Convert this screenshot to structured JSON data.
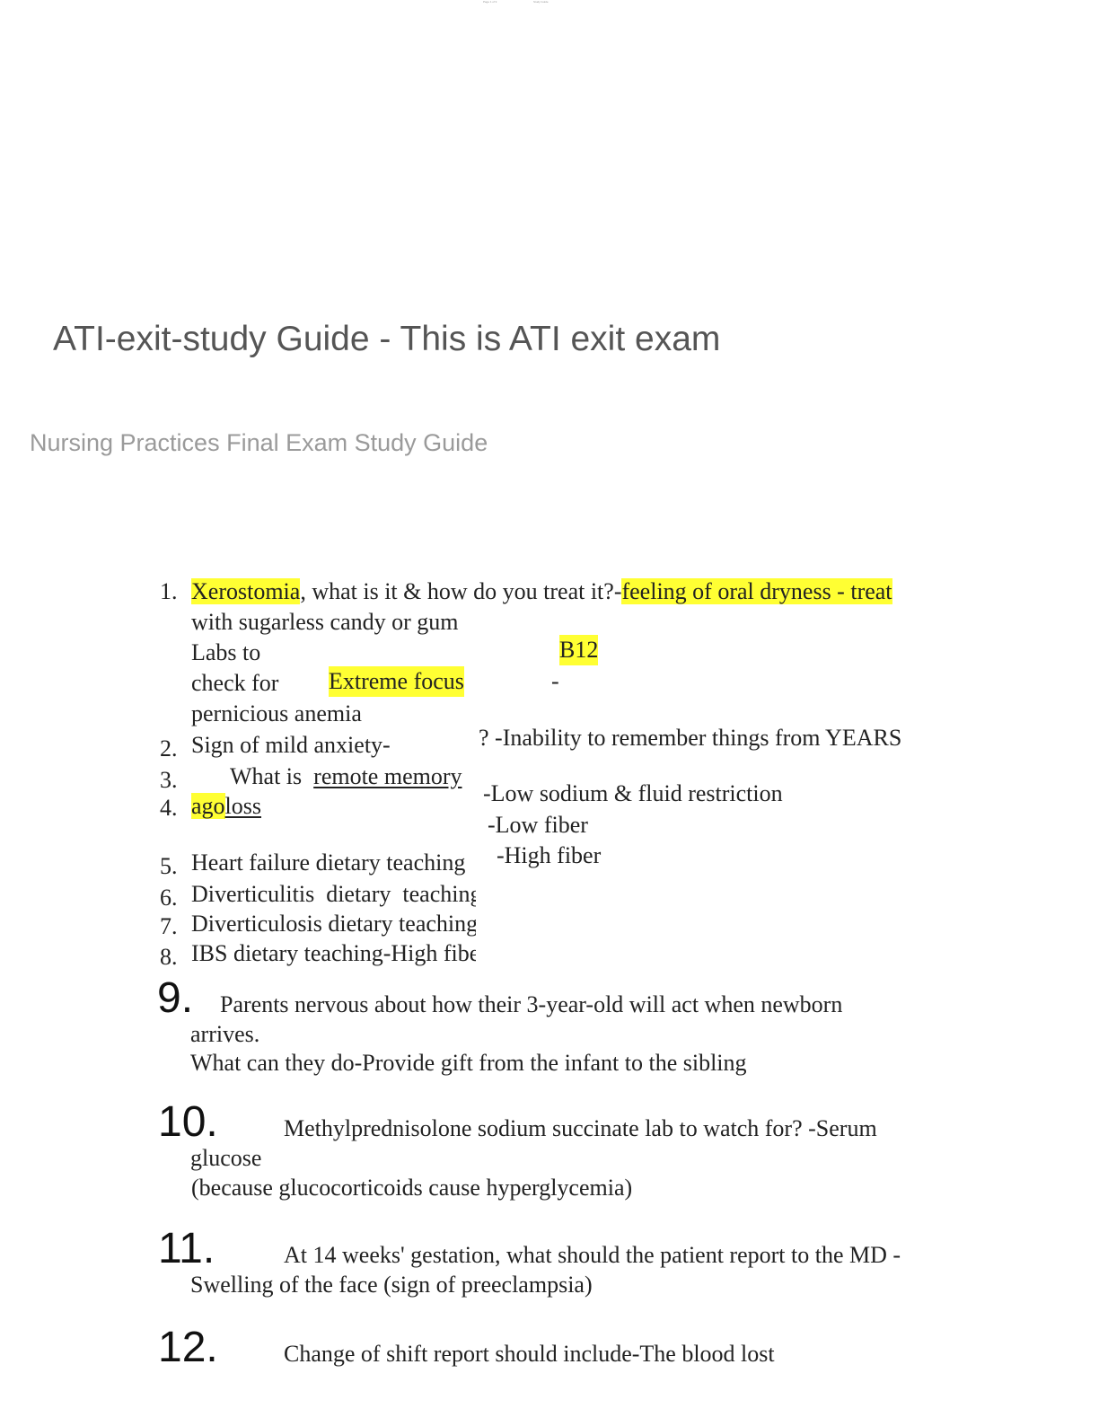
{
  "header_marks": [
    "Page 1 of 9",
    "Study Guide"
  ],
  "doc": {
    "title": "ATI-exit-study Guide - This is ATI exit exam",
    "subtitle": "Nursing Practices Final Exam Study Guide"
  },
  "items": {
    "n1": "1.",
    "i1_hl1": "Xerostomia",
    "i1_mid": ", what is it & how do you treat it?-",
    "i1_hl2": "feeling of oral dryness - treat",
    "i1_line2": "with sugarless candy or gum",
    "labs_1": "Labs to",
    "labs_2": "check for",
    "labs_3": "pernicious anemia",
    "b12": "B12",
    "extreme_focus": "Extreme focus",
    "dash": "-",
    "n2": "2.",
    "i2": "Sign of mild anxiety-",
    "i2_answer": "? -Inability to remember things from YEARS",
    "n3": "3.",
    "i3_pre": "What is",
    "i3_u": "remote memory",
    "n4": "4.",
    "i4_hl": "ago",
    "i4_u": "loss",
    "ans_low_sodium": "-Low sodium & fluid restriction",
    "ans_low_fiber": "-Low fiber",
    "ans_high_fiber": "-High fiber",
    "n5": "5.",
    "i5": "Heart failure dietary teaching",
    "n6": "6.",
    "i6": "Diverticulitis  dietary  teaching",
    "n7": "7.",
    "i7": "Diverticulosis dietary teaching",
    "n8": "8.",
    "i8": "IBS dietary teaching-High fiber",
    "n9": "9.",
    "i9_l1": "Parents nervous about how their 3-year-old will act when newborn",
    "i9_l2": "arrives.",
    "i9_l3": "What can they do-Provide gift from the infant to the sibling",
    "n10": "10.",
    "i10_l1": "Methylprednisolone sodium succinate lab to watch for? -Serum",
    "i10_l2": "glucose",
    "i10_l3": "(because glucocorticoids cause hyperglycemia)",
    "n11": "11.",
    "i11_l1": "At 14 weeks' gestation, what should the patient report to the MD -",
    "i11_l2": "Swelling of the face (sign of preeclampsia)",
    "n12": "12.",
    "i12_l1": "Change of shift report should include-The blood lost"
  }
}
